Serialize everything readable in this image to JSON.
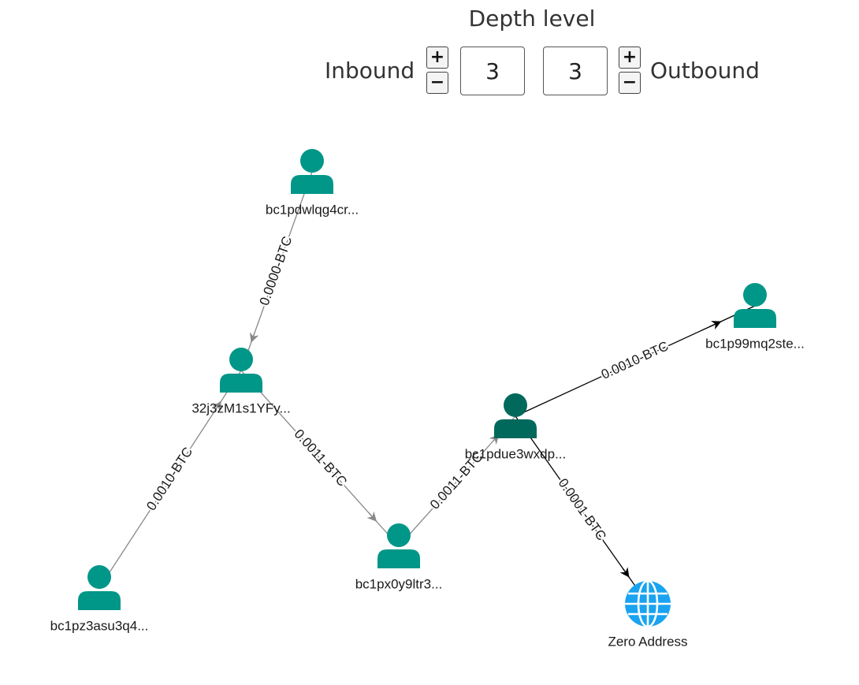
{
  "depth_control": {
    "title": "Depth level",
    "inbound_label": "Inbound",
    "outbound_label": "Outbound",
    "inbound_value": "3",
    "outbound_value": "3",
    "increment_symbol": "+",
    "decrement_symbol": "−"
  },
  "graph": {
    "colors": {
      "node": "#009688",
      "focus_node": "#00695c",
      "globe": "#1aa3f0",
      "inbound_edge": "#888888",
      "outbound_edge": "#000000"
    },
    "nodes": [
      {
        "id": "n_dwl",
        "label": "bc1pdwlqg4cr...",
        "icon": "person-icon"
      },
      {
        "id": "n_32j",
        "label": "32j3zM1s1YFy...",
        "icon": "person-icon"
      },
      {
        "id": "n_pz3",
        "label": "bc1pz3asu3q4...",
        "icon": "person-icon"
      },
      {
        "id": "n_px0",
        "label": "bc1px0y9ltr3...",
        "icon": "person-icon"
      },
      {
        "id": "n_pdu",
        "label": "bc1pdue3wxdp...",
        "icon": "person-icon",
        "focus": true
      },
      {
        "id": "n_p99",
        "label": "bc1p99mq2ste...",
        "icon": "person-icon"
      },
      {
        "id": "n_zero",
        "label": "Zero Address",
        "icon": "globe-icon"
      }
    ],
    "edges": [
      {
        "from": "n_dwl",
        "to": "n_32j",
        "label": "0.0000-BTC",
        "kind": "inbound"
      },
      {
        "from": "n_pz3",
        "to": "n_32j",
        "label": "0.0010-BTC",
        "kind": "inbound"
      },
      {
        "from": "n_32j",
        "to": "n_px0",
        "label": "0.0011-BTC",
        "kind": "inbound"
      },
      {
        "from": "n_px0",
        "to": "n_pdu",
        "label": "0.0011-BTC",
        "kind": "inbound"
      },
      {
        "from": "n_pdu",
        "to": "n_p99",
        "label": "0.0010-BTC",
        "kind": "outbound"
      },
      {
        "from": "n_pdu",
        "to": "n_zero",
        "label": "0.0001-BTC",
        "kind": "outbound"
      }
    ]
  }
}
